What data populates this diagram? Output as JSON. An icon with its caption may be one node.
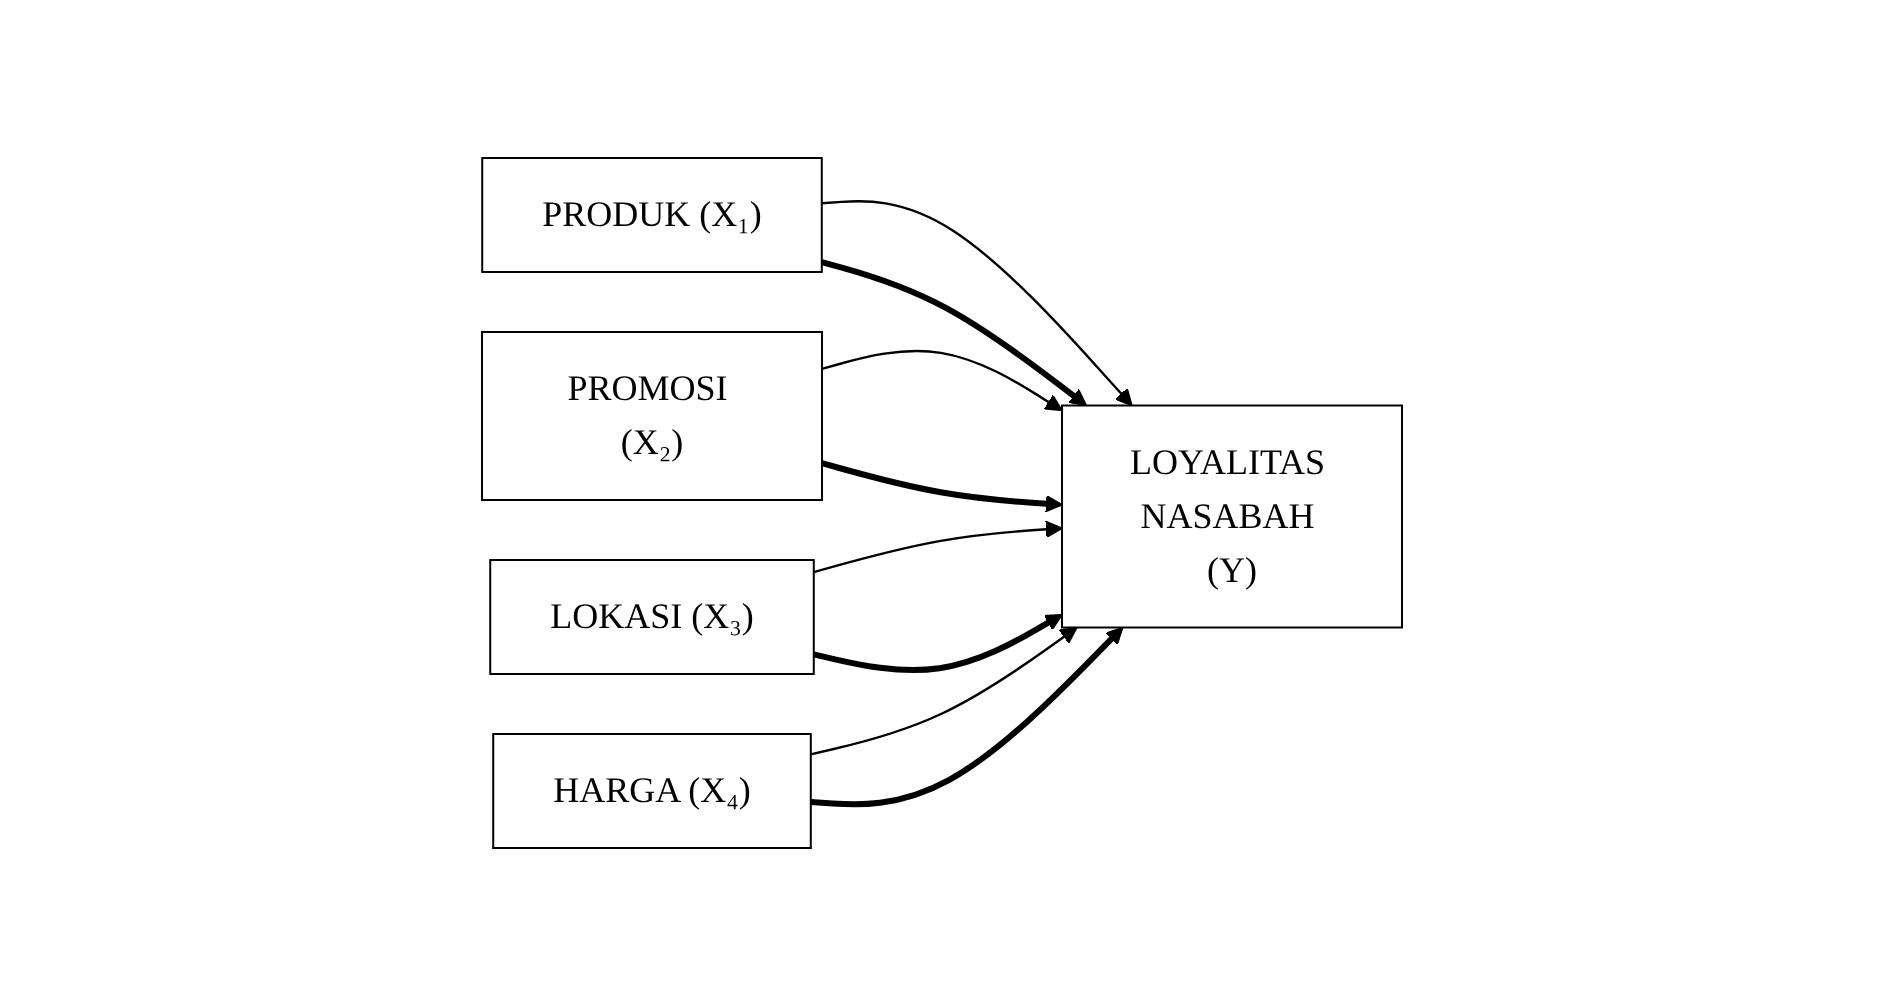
{
  "diagram": {
    "nodes": [
      {
        "text": [
          "PRODUK (X₁)"
        ]
      },
      {
        "text": [
          "PROMOSI (X₂)"
        ]
      },
      {
        "text": [
          "LOKASI (X₃)"
        ]
      },
      {
        "text": [
          "HARGA (X₄)"
        ]
      },
      {
        "text": [
          "LOYALITAS NASABAH (Y)"
        ]
      }
    ],
    "edges": [
      {
        "from": 0,
        "to": 4,
        "arrow": "to"
      },
      {
        "from": 1,
        "to": 4,
        "arrow": "to"
      },
      {
        "from": 2,
        "to": 4,
        "arrow": "to"
      },
      {
        "from": 3,
        "to": 4,
        "arrow": "to"
      },
      {
        "from": 0,
        "to": 4,
        "arrow": "to",
        "style": "thick"
      },
      {
        "from": 1,
        "to": 4,
        "arrow": "to",
        "style": "thick"
      },
      {
        "from": 2,
        "to": 4,
        "arrow": "to",
        "style": "thick"
      },
      {
        "from": 3,
        "to": 4,
        "arrow": "to",
        "style": "thick"
      }
    ]
  }
}
